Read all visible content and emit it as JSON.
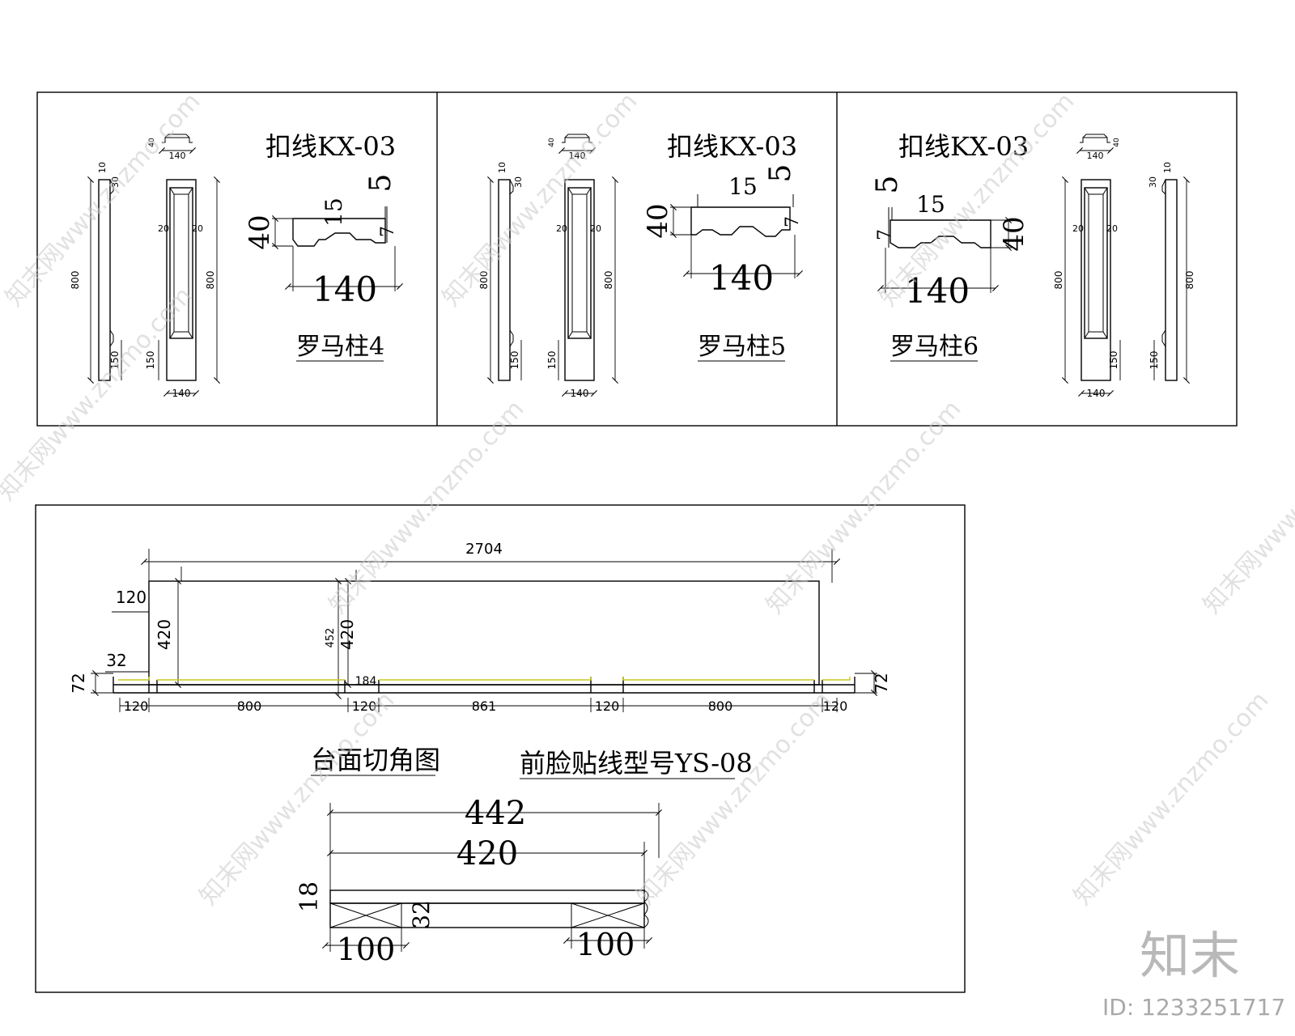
{
  "panel_4": {
    "title": "扣线KX-03",
    "caption": "罗马柱4",
    "dims": {
      "width": "140",
      "height": "40",
      "d15": "15",
      "d5": "5",
      "d7": "7",
      "total": "800",
      "base": "150",
      "gap": "20",
      "top": "10",
      "top2": "30"
    }
  },
  "panel_5": {
    "title": "扣线KX-03",
    "caption": "罗马柱5",
    "dims": {
      "width": "140",
      "height": "40",
      "d15": "15",
      "d5": "5",
      "d7": "7",
      "total": "800",
      "base": "150",
      "gap": "20",
      "top": "10",
      "top2": "30"
    }
  },
  "panel_6": {
    "title": "扣线KX-03",
    "caption": "罗马柱6",
    "dims": {
      "width": "140",
      "height": "40",
      "d15": "15",
      "d5": "5",
      "d7": "7",
      "total": "800",
      "base": "150",
      "gap": "20",
      "top": "10",
      "top2": "30"
    }
  },
  "counter": {
    "caption": "台面切角图",
    "caption2": "前脸贴线型号YS-08",
    "dims": {
      "overall": "2704",
      "d120": "120",
      "d420": "420",
      "d452": "452",
      "d32": "32",
      "d72": "72",
      "d184": "184",
      "d800": "800",
      "d861": "861"
    }
  },
  "section": {
    "dims": {
      "d442": "442",
      "d420": "420",
      "d18": "18",
      "d32": "32",
      "d100": "100"
    }
  },
  "watermark": {
    "site": "知末网www.znzmo.com",
    "logo": "知末",
    "id_text": "ID: 1233251717"
  },
  "colors": {
    "line": "#000000",
    "accent_line": "#c8c81e",
    "watermark": "#c9c9c9"
  }
}
